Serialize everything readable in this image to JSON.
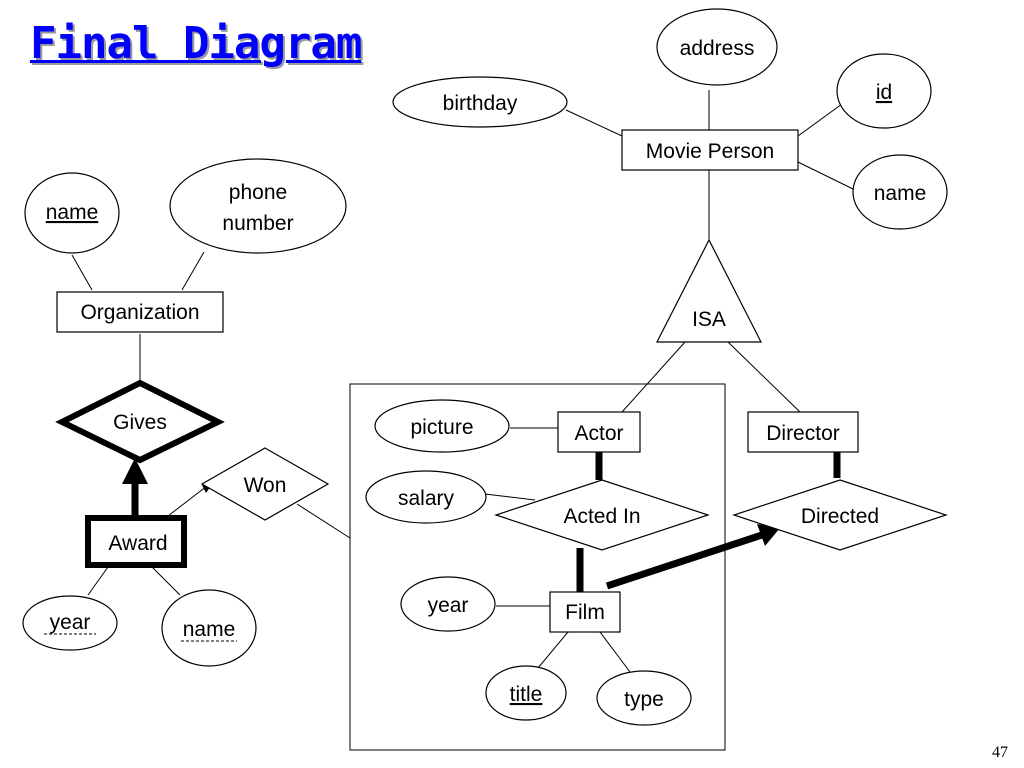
{
  "title": "Final Diagram",
  "page_number": "47",
  "entities": {
    "movie_person": "Movie Person",
    "organization": "Organization",
    "award": "Award",
    "actor": "Actor",
    "director": "Director",
    "film": "Film"
  },
  "relationships": {
    "gives": "Gives",
    "won": "Won",
    "acted_in": "Acted In",
    "directed": "Directed"
  },
  "isa": "ISA",
  "attributes": {
    "address": "address",
    "birthday": "birthday",
    "id": "id",
    "person_name": "name",
    "org_name": "name",
    "phone_line1": "phone",
    "phone_line2": "number",
    "award_year": "year",
    "award_name": "name",
    "picture": "picture",
    "salary": "salary",
    "film_year": "year",
    "title": "title",
    "type": "type"
  }
}
